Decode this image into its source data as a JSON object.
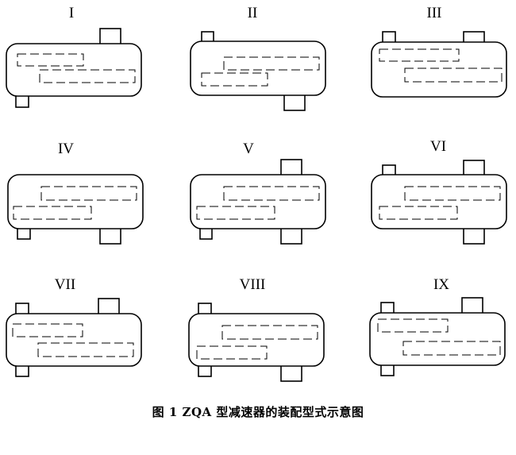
{
  "figure": {
    "caption": "图 1  ZQA 型减速器的装配型式示意图",
    "panels": [
      {
        "label": "I"
      },
      {
        "label": "II"
      },
      {
        "label": "III"
      },
      {
        "label": "IV"
      },
      {
        "label": "V"
      },
      {
        "label": "VI"
      },
      {
        "label": "VII"
      },
      {
        "label": "VIII"
      },
      {
        "label": "IX"
      }
    ]
  }
}
